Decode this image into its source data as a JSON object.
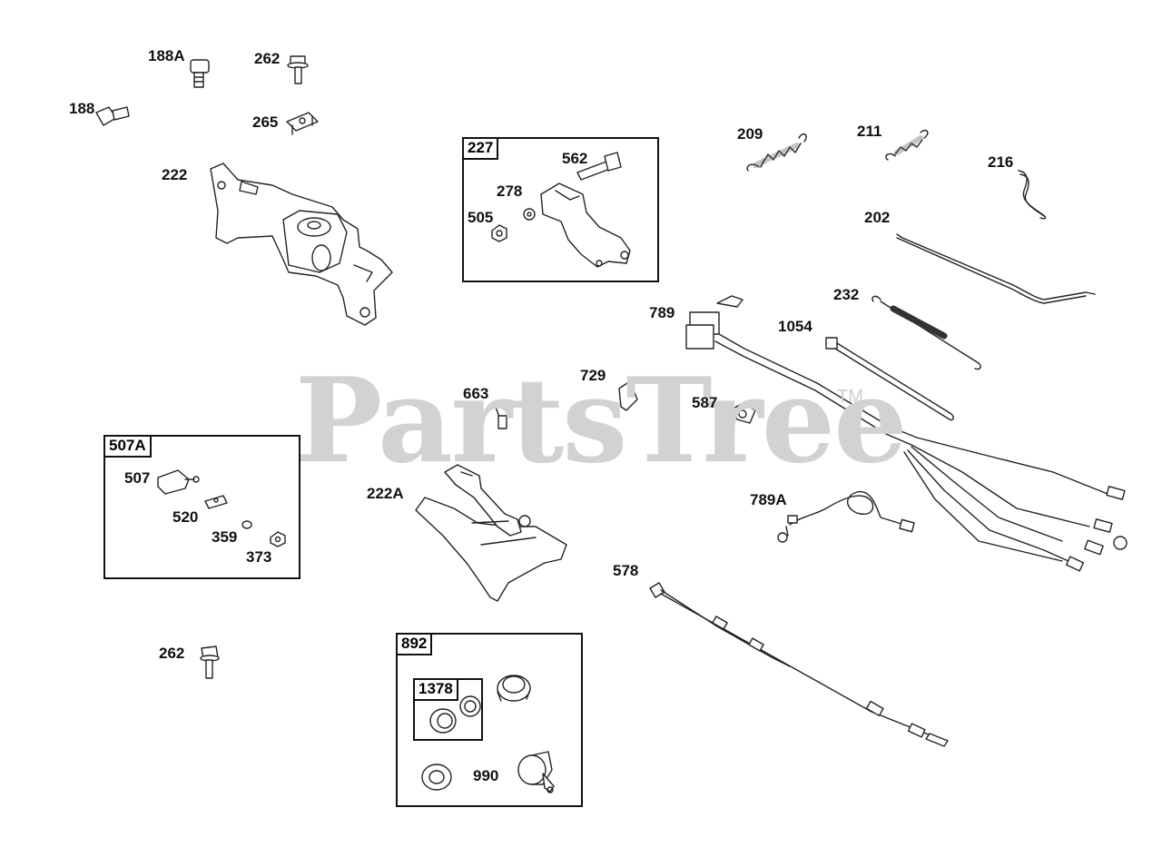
{
  "watermark": {
    "text": "PartsTree",
    "tm": "TM"
  },
  "boxes": {
    "b227": "227",
    "b507A": "507A",
    "b892": "892",
    "b1378": "1378"
  },
  "labels": {
    "p188A": "188A",
    "p262a": "262",
    "p188": "188",
    "p265": "265",
    "p222": "222",
    "p562": "562",
    "p278": "278",
    "p505": "505",
    "p209": "209",
    "p211": "211",
    "p216": "216",
    "p202": "202",
    "p232": "232",
    "p789": "789",
    "p1054": "1054",
    "p663": "663",
    "p729": "729",
    "p587": "587",
    "p507": "507",
    "p520": "520",
    "p359": "359",
    "p373": "373",
    "p222A": "222A",
    "p789A": "789A",
    "p578": "578",
    "p262b": "262",
    "p990": "990"
  }
}
